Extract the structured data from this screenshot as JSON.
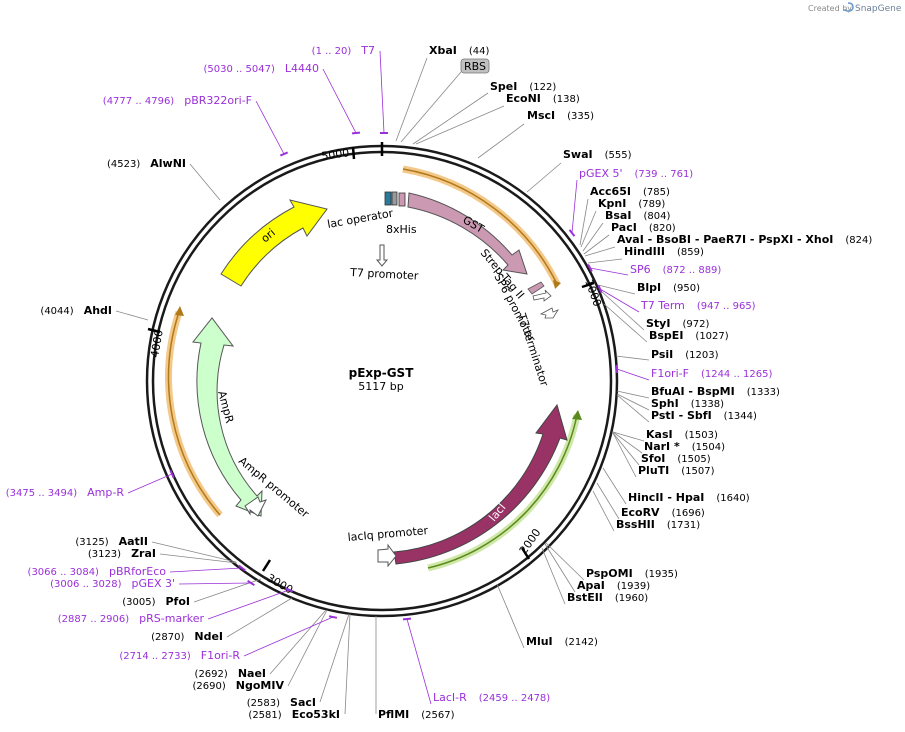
{
  "header": {
    "created_by": "Created by",
    "brand": "SnapGene"
  },
  "plasmid": {
    "name": "pExp-GST",
    "size_label": "5117 bp",
    "length": 5117
  },
  "colors": {
    "backbone": "#1a1a1a",
    "primer": "#9b30d9",
    "ori": "#ffff00",
    "ampr": "#ccffcc",
    "laci": "#993366",
    "gst": "#cc99b3",
    "orf_orange": "#e6a23c",
    "orf_green": "#8bc34a",
    "rbs_bg": "#c0c0c0"
  },
  "ticks": [
    {
      "pos": 1000,
      "label": "1000"
    },
    {
      "pos": 2000,
      "label": "2000"
    },
    {
      "pos": 3000,
      "label": "3000"
    },
    {
      "pos": 4000,
      "label": "4000"
    },
    {
      "pos": 5000,
      "label": "5000"
    }
  ],
  "features": [
    {
      "name": "ori",
      "label": "ori",
      "type": "arrow",
      "color": "#ffff00",
      "start": 4100,
      "end": 4700,
      "dir": 1
    },
    {
      "name": "ampr",
      "label": "AmpR",
      "type": "arrow",
      "color": "#ccffcc",
      "start": 3250,
      "end": 4050,
      "dir": -1
    },
    {
      "name": "laci",
      "label": "lacI",
      "type": "arrow",
      "color": "#993366",
      "start": 1250,
      "end": 2330,
      "dir": -1
    },
    {
      "name": "gst",
      "label": "GST",
      "type": "arrow",
      "color": "#cc99b3",
      "start": 90,
      "end": 760,
      "dir": 1
    }
  ],
  "small_features": [
    {
      "label": "lac operator"
    },
    {
      "label": "8xHis"
    },
    {
      "label": "T7 promoter"
    },
    {
      "label": "Strep-Tag II"
    },
    {
      "label": "SP6 promoter"
    },
    {
      "label": "T7 terminator"
    },
    {
      "label": "AmpR promoter"
    },
    {
      "label": "lacIq promoter"
    },
    {
      "label": "RBS"
    }
  ],
  "sites": [
    {
      "name": "XbaI",
      "pos": "(44)",
      "kind": "enzyme"
    },
    {
      "name": "RBS",
      "pos": "",
      "kind": "box"
    },
    {
      "name": "SpeI",
      "pos": "(122)",
      "kind": "enzyme"
    },
    {
      "name": "EcoNI",
      "pos": "(138)",
      "kind": "enzyme"
    },
    {
      "name": "MscI",
      "pos": "(335)",
      "kind": "enzyme"
    },
    {
      "name": "SwaI",
      "pos": "(555)",
      "kind": "enzyme"
    },
    {
      "name": "pGEX 5'",
      "pos": "(739 .. 761)",
      "kind": "primer"
    },
    {
      "name": "Acc65I",
      "pos": "(785)",
      "kind": "enzyme"
    },
    {
      "name": "KpnI",
      "pos": "(789)",
      "kind": "enzyme"
    },
    {
      "name": "BsaI",
      "pos": "(804)",
      "kind": "enzyme"
    },
    {
      "name": "PacI",
      "pos": "(820)",
      "kind": "enzyme"
    },
    {
      "name": "AvaI - BsoBI - PaeR7I - PspXI - XhoI",
      "pos": "(824)",
      "kind": "enzyme"
    },
    {
      "name": "HindIII",
      "pos": "(859)",
      "kind": "enzyme"
    },
    {
      "name": "SP6",
      "pos": "(872 .. 889)",
      "kind": "primer"
    },
    {
      "name": "BlpI",
      "pos": "(950)",
      "kind": "enzyme"
    },
    {
      "name": "T7 Term",
      "pos": "(947 .. 965)",
      "kind": "primer"
    },
    {
      "name": "StyI",
      "pos": "(972)",
      "kind": "enzyme"
    },
    {
      "name": "BspEI",
      "pos": "(1027)",
      "kind": "enzyme"
    },
    {
      "name": "PsiI",
      "pos": "(1203)",
      "kind": "enzyme"
    },
    {
      "name": "F1ori-F",
      "pos": "(1244 .. 1265)",
      "kind": "primer"
    },
    {
      "name": "BfuAI - BspMI",
      "pos": "(1333)",
      "kind": "enzyme"
    },
    {
      "name": "SphI",
      "pos": "(1338)",
      "kind": "enzyme"
    },
    {
      "name": "PstI - SbfI",
      "pos": "(1344)",
      "kind": "enzyme"
    },
    {
      "name": "KasI",
      "pos": "(1503)",
      "kind": "enzyme"
    },
    {
      "name": "NarI *",
      "pos": "(1504)",
      "kind": "enzyme"
    },
    {
      "name": "SfoI",
      "pos": "(1505)",
      "kind": "enzyme"
    },
    {
      "name": "PluTI",
      "pos": "(1507)",
      "kind": "enzyme"
    },
    {
      "name": "HincII - HpaI",
      "pos": "(1640)",
      "kind": "enzyme"
    },
    {
      "name": "EcoRV",
      "pos": "(1696)",
      "kind": "enzyme"
    },
    {
      "name": "BssHII",
      "pos": "(1731)",
      "kind": "enzyme"
    },
    {
      "name": "PspOMI",
      "pos": "(1935)",
      "kind": "enzyme"
    },
    {
      "name": "ApaI",
      "pos": "(1939)",
      "kind": "enzyme"
    },
    {
      "name": "BstEII",
      "pos": "(1960)",
      "kind": "enzyme"
    },
    {
      "name": "MluI",
      "pos": "(2142)",
      "kind": "enzyme"
    },
    {
      "name": "LacI-R",
      "pos": "(2459 .. 2478)",
      "kind": "primer"
    },
    {
      "name": "PflMI",
      "pos": "(2567)",
      "kind": "enzyme"
    },
    {
      "name": "Eco53kI",
      "pos": "(2581)",
      "kind": "enzyme"
    },
    {
      "name": "SacI",
      "pos": "(2583)",
      "kind": "enzyme"
    },
    {
      "name": "NgoMIV",
      "pos": "(2690)",
      "kind": "enzyme"
    },
    {
      "name": "NaeI",
      "pos": "(2692)",
      "kind": "enzyme"
    },
    {
      "name": "F1ori-R",
      "pos": "(2714 .. 2733)",
      "kind": "primer"
    },
    {
      "name": "NdeI",
      "pos": "(2870)",
      "kind": "enzyme"
    },
    {
      "name": "pRS-marker",
      "pos": "(2887 .. 2906)",
      "kind": "primer"
    },
    {
      "name": "PfoI",
      "pos": "(3005)",
      "kind": "enzyme"
    },
    {
      "name": "pGEX 3'",
      "pos": "(3006 .. 3028)",
      "kind": "primer"
    },
    {
      "name": "pBRforEco",
      "pos": "(3066 .. 3084)",
      "kind": "primer"
    },
    {
      "name": "ZraI",
      "pos": "(3123)",
      "kind": "enzyme"
    },
    {
      "name": "AatII",
      "pos": "(3125)",
      "kind": "enzyme"
    },
    {
      "name": "Amp-R",
      "pos": "(3475 .. 3494)",
      "kind": "primer"
    },
    {
      "name": "AhdI",
      "pos": "(4044)",
      "kind": "enzyme"
    },
    {
      "name": "AlwNI",
      "pos": "(4523)",
      "kind": "enzyme"
    },
    {
      "name": "pBR322ori-F",
      "pos": "(4777 .. 4796)",
      "kind": "primer"
    },
    {
      "name": "L4440",
      "pos": "(5030 .. 5047)",
      "kind": "primer"
    },
    {
      "name": "T7",
      "pos": "(1 .. 20)",
      "kind": "primer"
    }
  ]
}
